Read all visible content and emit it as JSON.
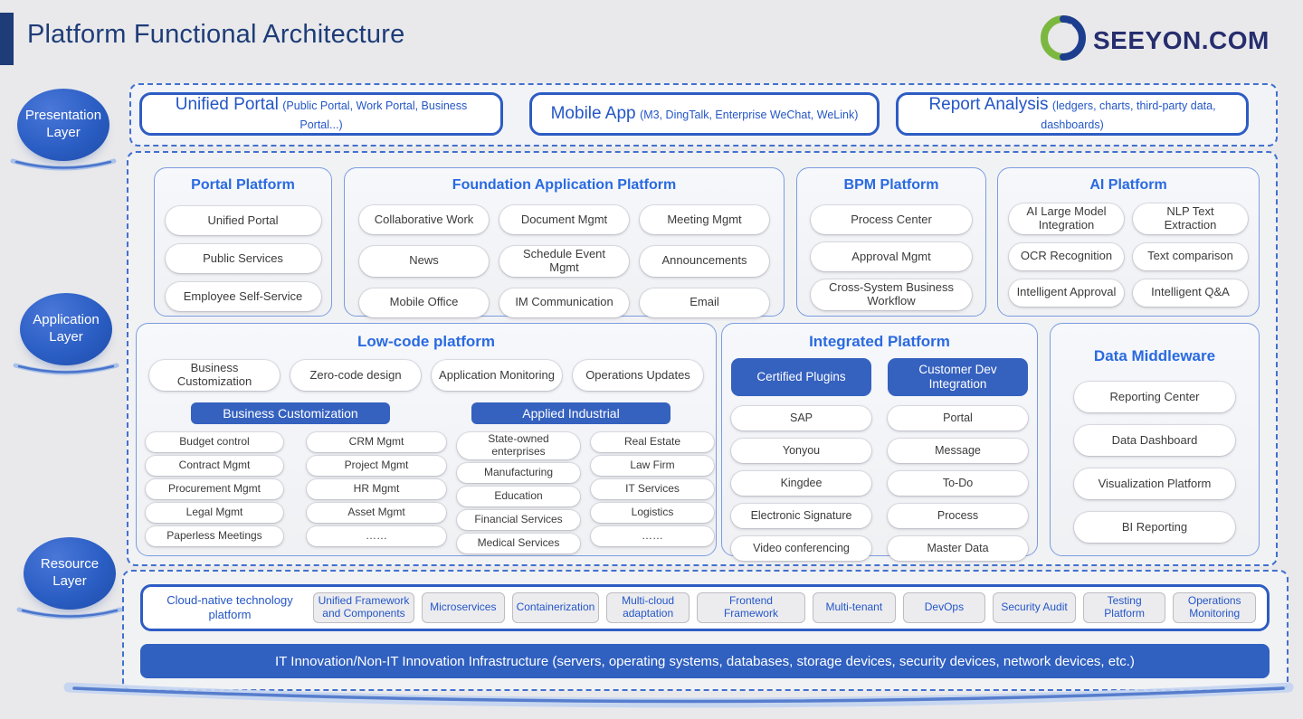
{
  "header": {
    "title": "Platform Functional Architecture",
    "logo_text": "SEEYON.COM"
  },
  "colors": {
    "navy": "#1e3c78",
    "heading_blue": "#2a6ae0",
    "fill_blue": "#3561bf",
    "border_blue": "#2d5cc4",
    "logo_green": "#7cb83f"
  },
  "layers": {
    "presentation": {
      "label": "Presentation Layer",
      "items": [
        {
          "title": "Unified Portal",
          "subtitle": "(Public Portal, Work Portal, Business Portal...)"
        },
        {
          "title": "Mobile App",
          "subtitle": "(M3, DingTalk, Enterprise WeChat, WeLink)"
        },
        {
          "title": "Report Analysis",
          "subtitle": "(ledgers, charts, third-party data, dashboards)"
        }
      ]
    },
    "application": {
      "label": "Application Layer",
      "portal": {
        "title": "Portal Platform",
        "pills": [
          "Unified Portal",
          "Public Services",
          "Employee Self-Service"
        ]
      },
      "foundation": {
        "title": "Foundation Application Platform",
        "pills": [
          "Collaborative Work",
          "Document Mgmt",
          "Meeting Mgmt",
          "News",
          "Schedule Event Mgmt",
          "Announcements",
          "Mobile Office",
          "IM Communication",
          "Email"
        ]
      },
      "bpm": {
        "title": "BPM Platform",
        "pills": [
          "Process Center",
          "Approval Mgmt",
          "Cross-System Business Workflow"
        ]
      },
      "ai": {
        "title": "AI Platform",
        "pills": [
          "AI Large Model Integration",
          "NLP Text Extraction",
          "OCR Recognition",
          "Text comparison",
          "Intelligent Approval",
          "Intelligent Q&A"
        ]
      },
      "lowcode": {
        "title": "Low-code platform",
        "top_pills": [
          "Business Customization",
          "Zero-code design",
          "Application Monitoring",
          "Operations Updates"
        ],
        "header1": "Business Customization",
        "header2": "Applied Industrial",
        "col1": [
          "Budget control",
          "Contract Mgmt",
          "Procurement Mgmt",
          "Legal Mgmt",
          "Paperless Meetings"
        ],
        "col2": [
          "CRM Mgmt",
          "Project Mgmt",
          "HR Mgmt",
          "Asset Mgmt",
          "……"
        ],
        "col3": [
          "State-owned enterprises",
          "Manufacturing",
          "Education",
          "Financial Services",
          "Medical Services"
        ],
        "col4": [
          "Real Estate",
          "Law Firm",
          "IT Services",
          "Logistics",
          "……"
        ]
      },
      "integrated": {
        "title": "Integrated Platform",
        "header1": "Certified Plugins",
        "header2": "Customer Dev Integration",
        "col1": [
          "SAP",
          "Yonyou",
          "Kingdee",
          "Electronic Signature",
          "Video conferencing"
        ],
        "col2": [
          "Portal",
          "Message",
          "To-Do",
          "Process",
          "Master Data"
        ]
      },
      "middleware": {
        "title": "Data Middleware",
        "pills": [
          "Reporting Center",
          "Data Dashboard",
          "Visualization Platform",
          "BI Reporting"
        ]
      }
    },
    "resource": {
      "label": "Resource Layer",
      "cloud_native_label": "Cloud-native technology platform",
      "pills": [
        "Unified Framework and Components",
        "Microservices",
        "Containerization",
        "Multi-cloud adaptation",
        "Frontend Framework",
        "Multi-tenant",
        "DevOps",
        "Security Audit",
        "Testing Platform",
        "Operations Monitoring"
      ],
      "infrastructure": "IT Innovation/Non-IT Innovation Infrastructure (servers, operating systems, databases, storage devices, security devices, network devices, etc.)"
    }
  }
}
